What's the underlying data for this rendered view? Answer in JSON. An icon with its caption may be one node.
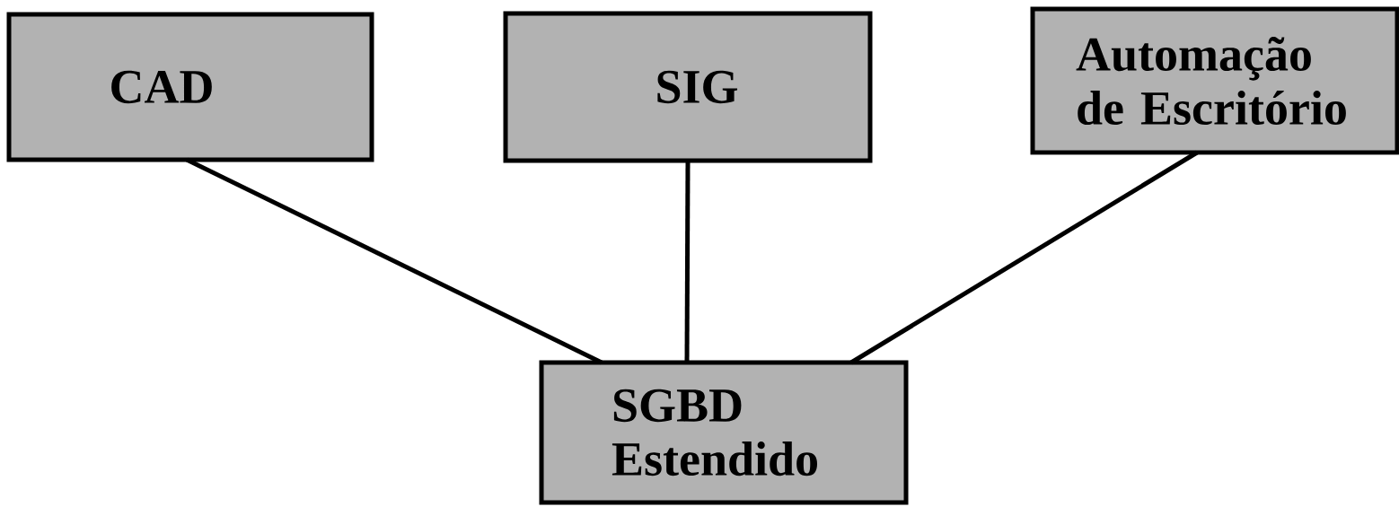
{
  "diagram": {
    "nodes": [
      {
        "text": [
          "CAD"
        ]
      },
      {
        "text": [
          "SIG"
        ]
      },
      {
        "text": [
          "Automação de Escritório"
        ]
      },
      {
        "text": [
          "SGBD Estendido"
        ]
      }
    ],
    "edges": [
      {
        "from": 0,
        "to": 3,
        "arrow": "none"
      },
      {
        "from": 1,
        "to": 3,
        "arrow": "none"
      },
      {
        "from": 2,
        "to": 3,
        "arrow": "none"
      }
    ]
  }
}
